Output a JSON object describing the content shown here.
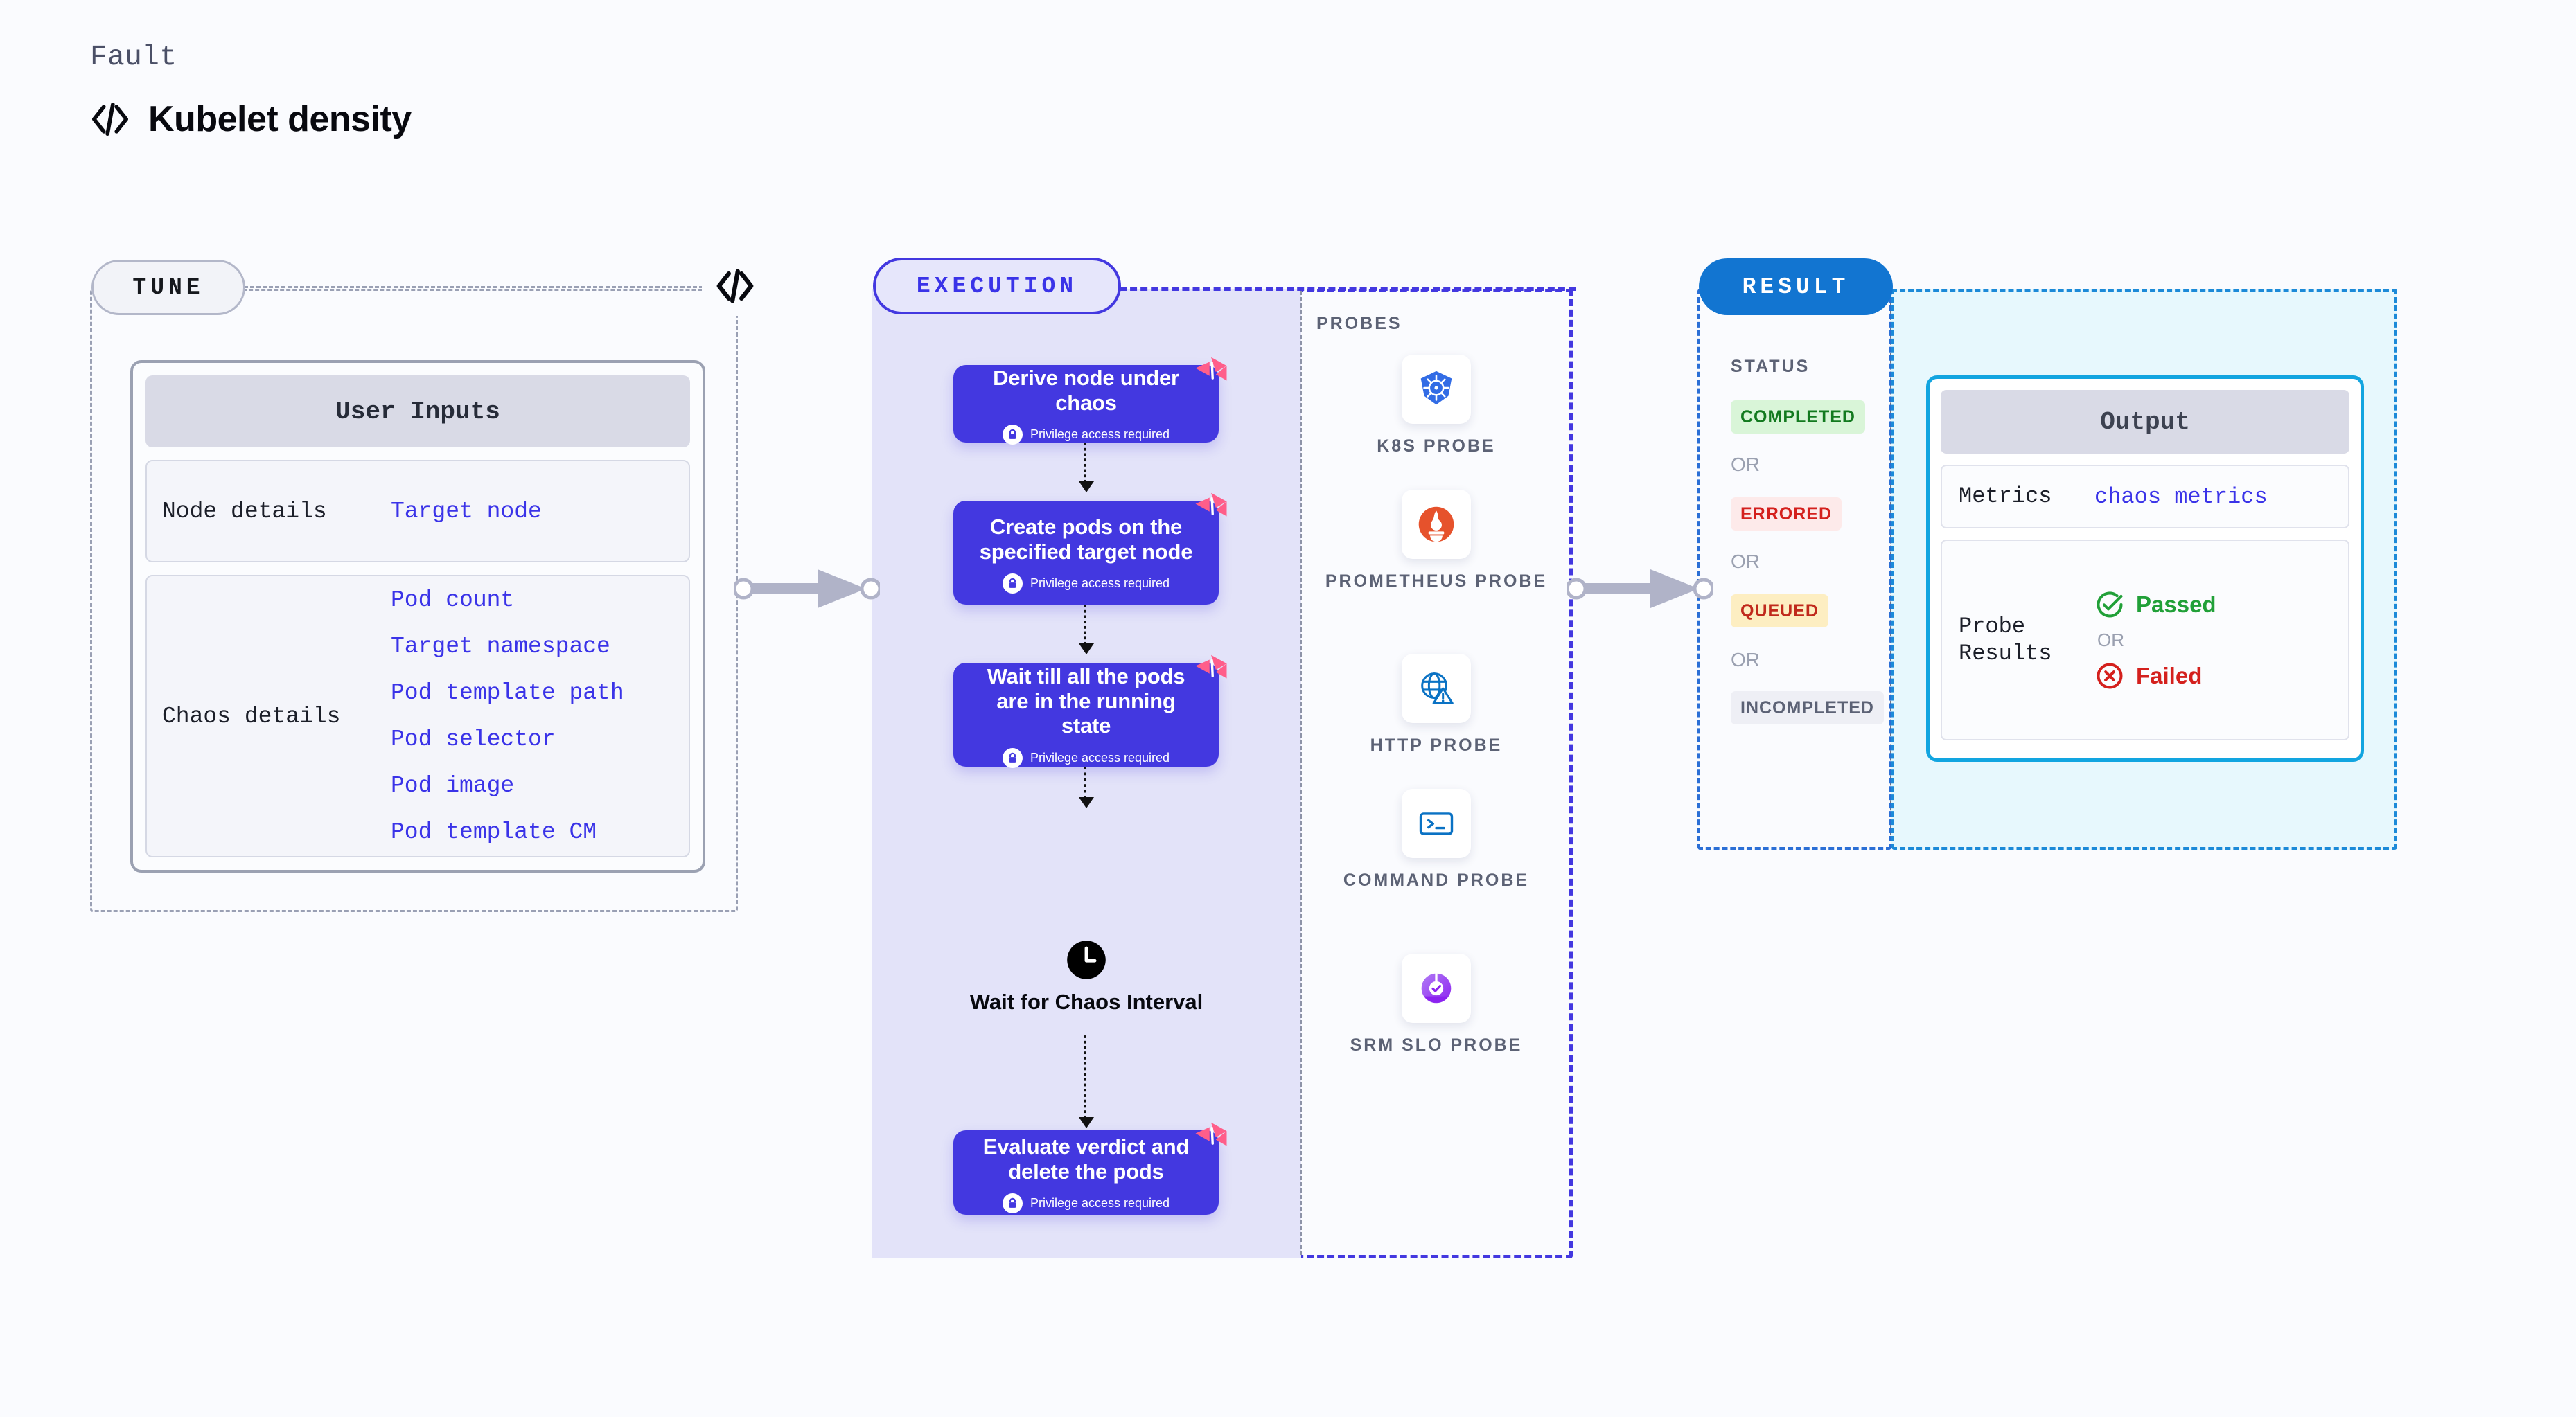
{
  "header": {
    "eyebrow": "Fault",
    "title": "Kubelet density",
    "icon": "code-brackets-icon"
  },
  "tune": {
    "pill_label": "TUNE",
    "edge_icon": "code-brackets-icon",
    "card_title": "User Inputs",
    "sections": [
      {
        "label": "Node details",
        "values": [
          "Target node"
        ]
      },
      {
        "label": "Chaos details",
        "values": [
          "Pod count",
          "Target namespace",
          "Pod template path",
          "Pod selector",
          "Pod image",
          "Pod template CM"
        ]
      }
    ]
  },
  "execution": {
    "pill_label": "EXECUTION",
    "privilege_note": "Privilege access required",
    "steps": [
      {
        "title": "Derive node under chaos",
        "privileged": true
      },
      {
        "title": "Create pods on the specified target node",
        "privileged": true
      },
      {
        "title": "Wait till all the pods are in the running state",
        "privileged": true
      },
      {
        "title": "Evaluate verdict and delete the pods",
        "privileged": true
      }
    ],
    "wait": {
      "icon": "clock-icon",
      "label": "Wait for Chaos Interval"
    },
    "probes": {
      "title": "PROBES",
      "items": [
        {
          "label": "K8S PROBE",
          "icon": "kubernetes-icon"
        },
        {
          "label": "PROMETHEUS PROBE",
          "icon": "prometheus-icon"
        },
        {
          "label": "HTTP PROBE",
          "icon": "globe-warning-icon"
        },
        {
          "label": "COMMAND PROBE",
          "icon": "terminal-icon"
        },
        {
          "label": "SRM SLO PROBE",
          "icon": "srm-slo-icon"
        }
      ]
    }
  },
  "result": {
    "pill_label": "RESULT",
    "status_title": "STATUS",
    "or_label": "OR",
    "statuses": [
      {
        "label": "COMPLETED",
        "bg": "#d9f5d8",
        "fg": "#137a1f"
      },
      {
        "label": "ERRORED",
        "bg": "#fdeaea",
        "fg": "#d4201d"
      },
      {
        "label": "QUEUED",
        "bg": "#fdeec2",
        "fg": "#c0291c"
      },
      {
        "label": "INCOMPLETED",
        "bg": "#eeeff5",
        "fg": "#5c6275"
      }
    ],
    "output": {
      "title": "Output",
      "metrics_label": "Metrics",
      "metrics_value": "chaos metrics",
      "probe_results_label": "Probe Results",
      "verdicts": [
        {
          "label": "Passed",
          "icon": "check-circle-icon",
          "color": "#21a038"
        },
        {
          "label": "Failed",
          "icon": "x-circle-icon",
          "color": "#d4201d"
        }
      ],
      "or_label": "OR"
    }
  },
  "colors": {
    "accent_violet": "#4338e0",
    "accent_blue": "#1275d1",
    "harness_pink": "#ff5e8a",
    "page_bg": "#fafbfe"
  }
}
